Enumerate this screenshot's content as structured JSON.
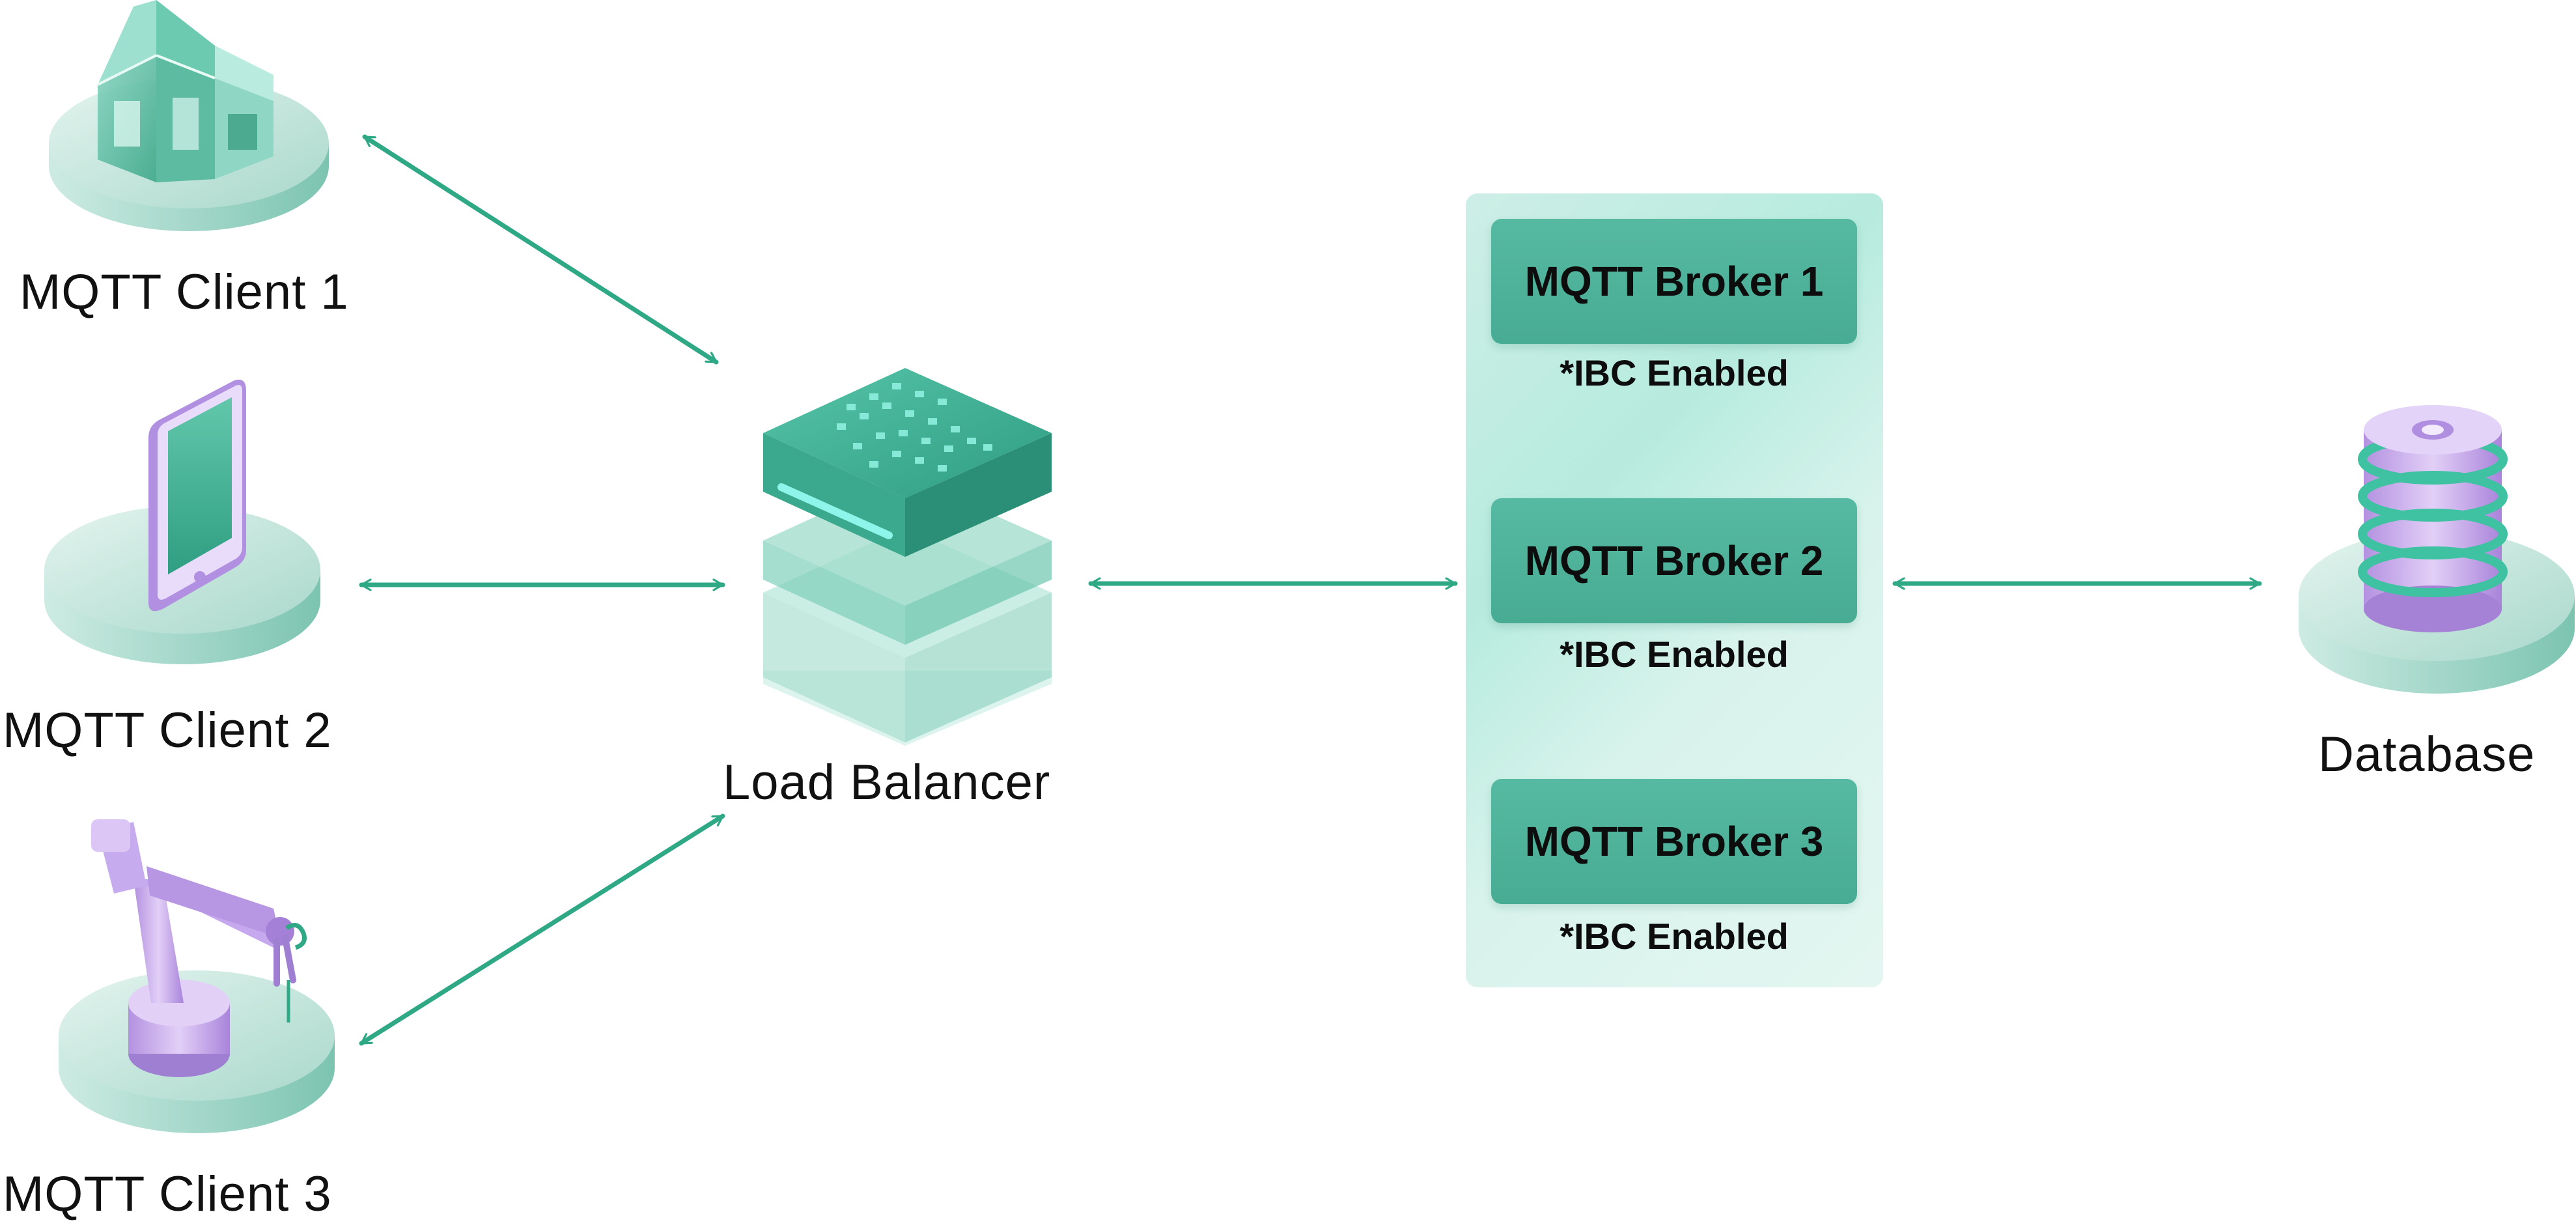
{
  "nodes": {
    "client1": "MQTT Client 1",
    "client2": "MQTT Client 2",
    "client3": "MQTT Client 3",
    "load_balancer": "Load Balancer",
    "database": "Database"
  },
  "brokers": [
    {
      "name": "MQTT Broker 1",
      "note": "*IBC Enabled"
    },
    {
      "name": "MQTT Broker 2",
      "note": "*IBC Enabled"
    },
    {
      "name": "MQTT Broker 3",
      "note": "*IBC Enabled"
    }
  ],
  "colors": {
    "connector": "#2fa886",
    "cluster_bg": "#c6eee4",
    "broker_box": "#4fb39b",
    "platform": "#bfe3d8",
    "purple": "#c9a9ee"
  },
  "icons": {
    "client1": "house-icon",
    "client2": "smartphone-icon",
    "client3": "robot-arm-icon",
    "load_balancer": "server-stack-icon",
    "database": "database-icon"
  }
}
